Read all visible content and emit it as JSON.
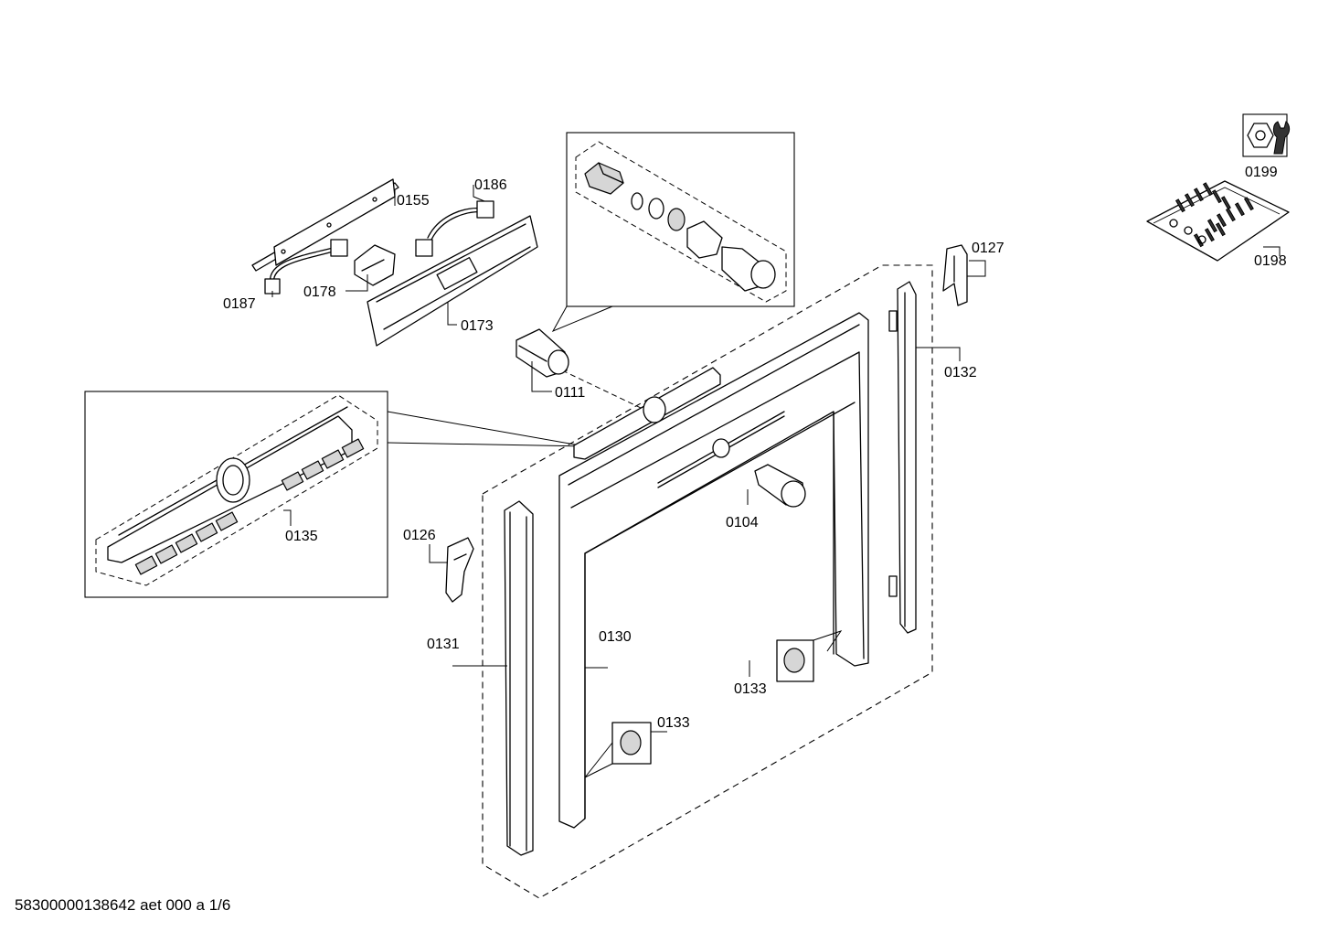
{
  "labels": {
    "p0155": "0155",
    "p0186": "0186",
    "p0187": "0187",
    "p0178": "0178",
    "p0173": "0173",
    "p0111": "0111",
    "p0135": "0135",
    "p0126": "0126",
    "p0131": "0131",
    "p0130": "0130",
    "p0104": "0104",
    "p0133a": "0133",
    "p0133b": "0133",
    "p0127": "0127",
    "p0132": "0132",
    "p0199": "0199",
    "p0198": "0198"
  },
  "footer": "58300000138642 aet 000 a 1/6",
  "icons": {
    "tool": "wrench-nut-icon",
    "screws": "screw-bag-icon"
  }
}
